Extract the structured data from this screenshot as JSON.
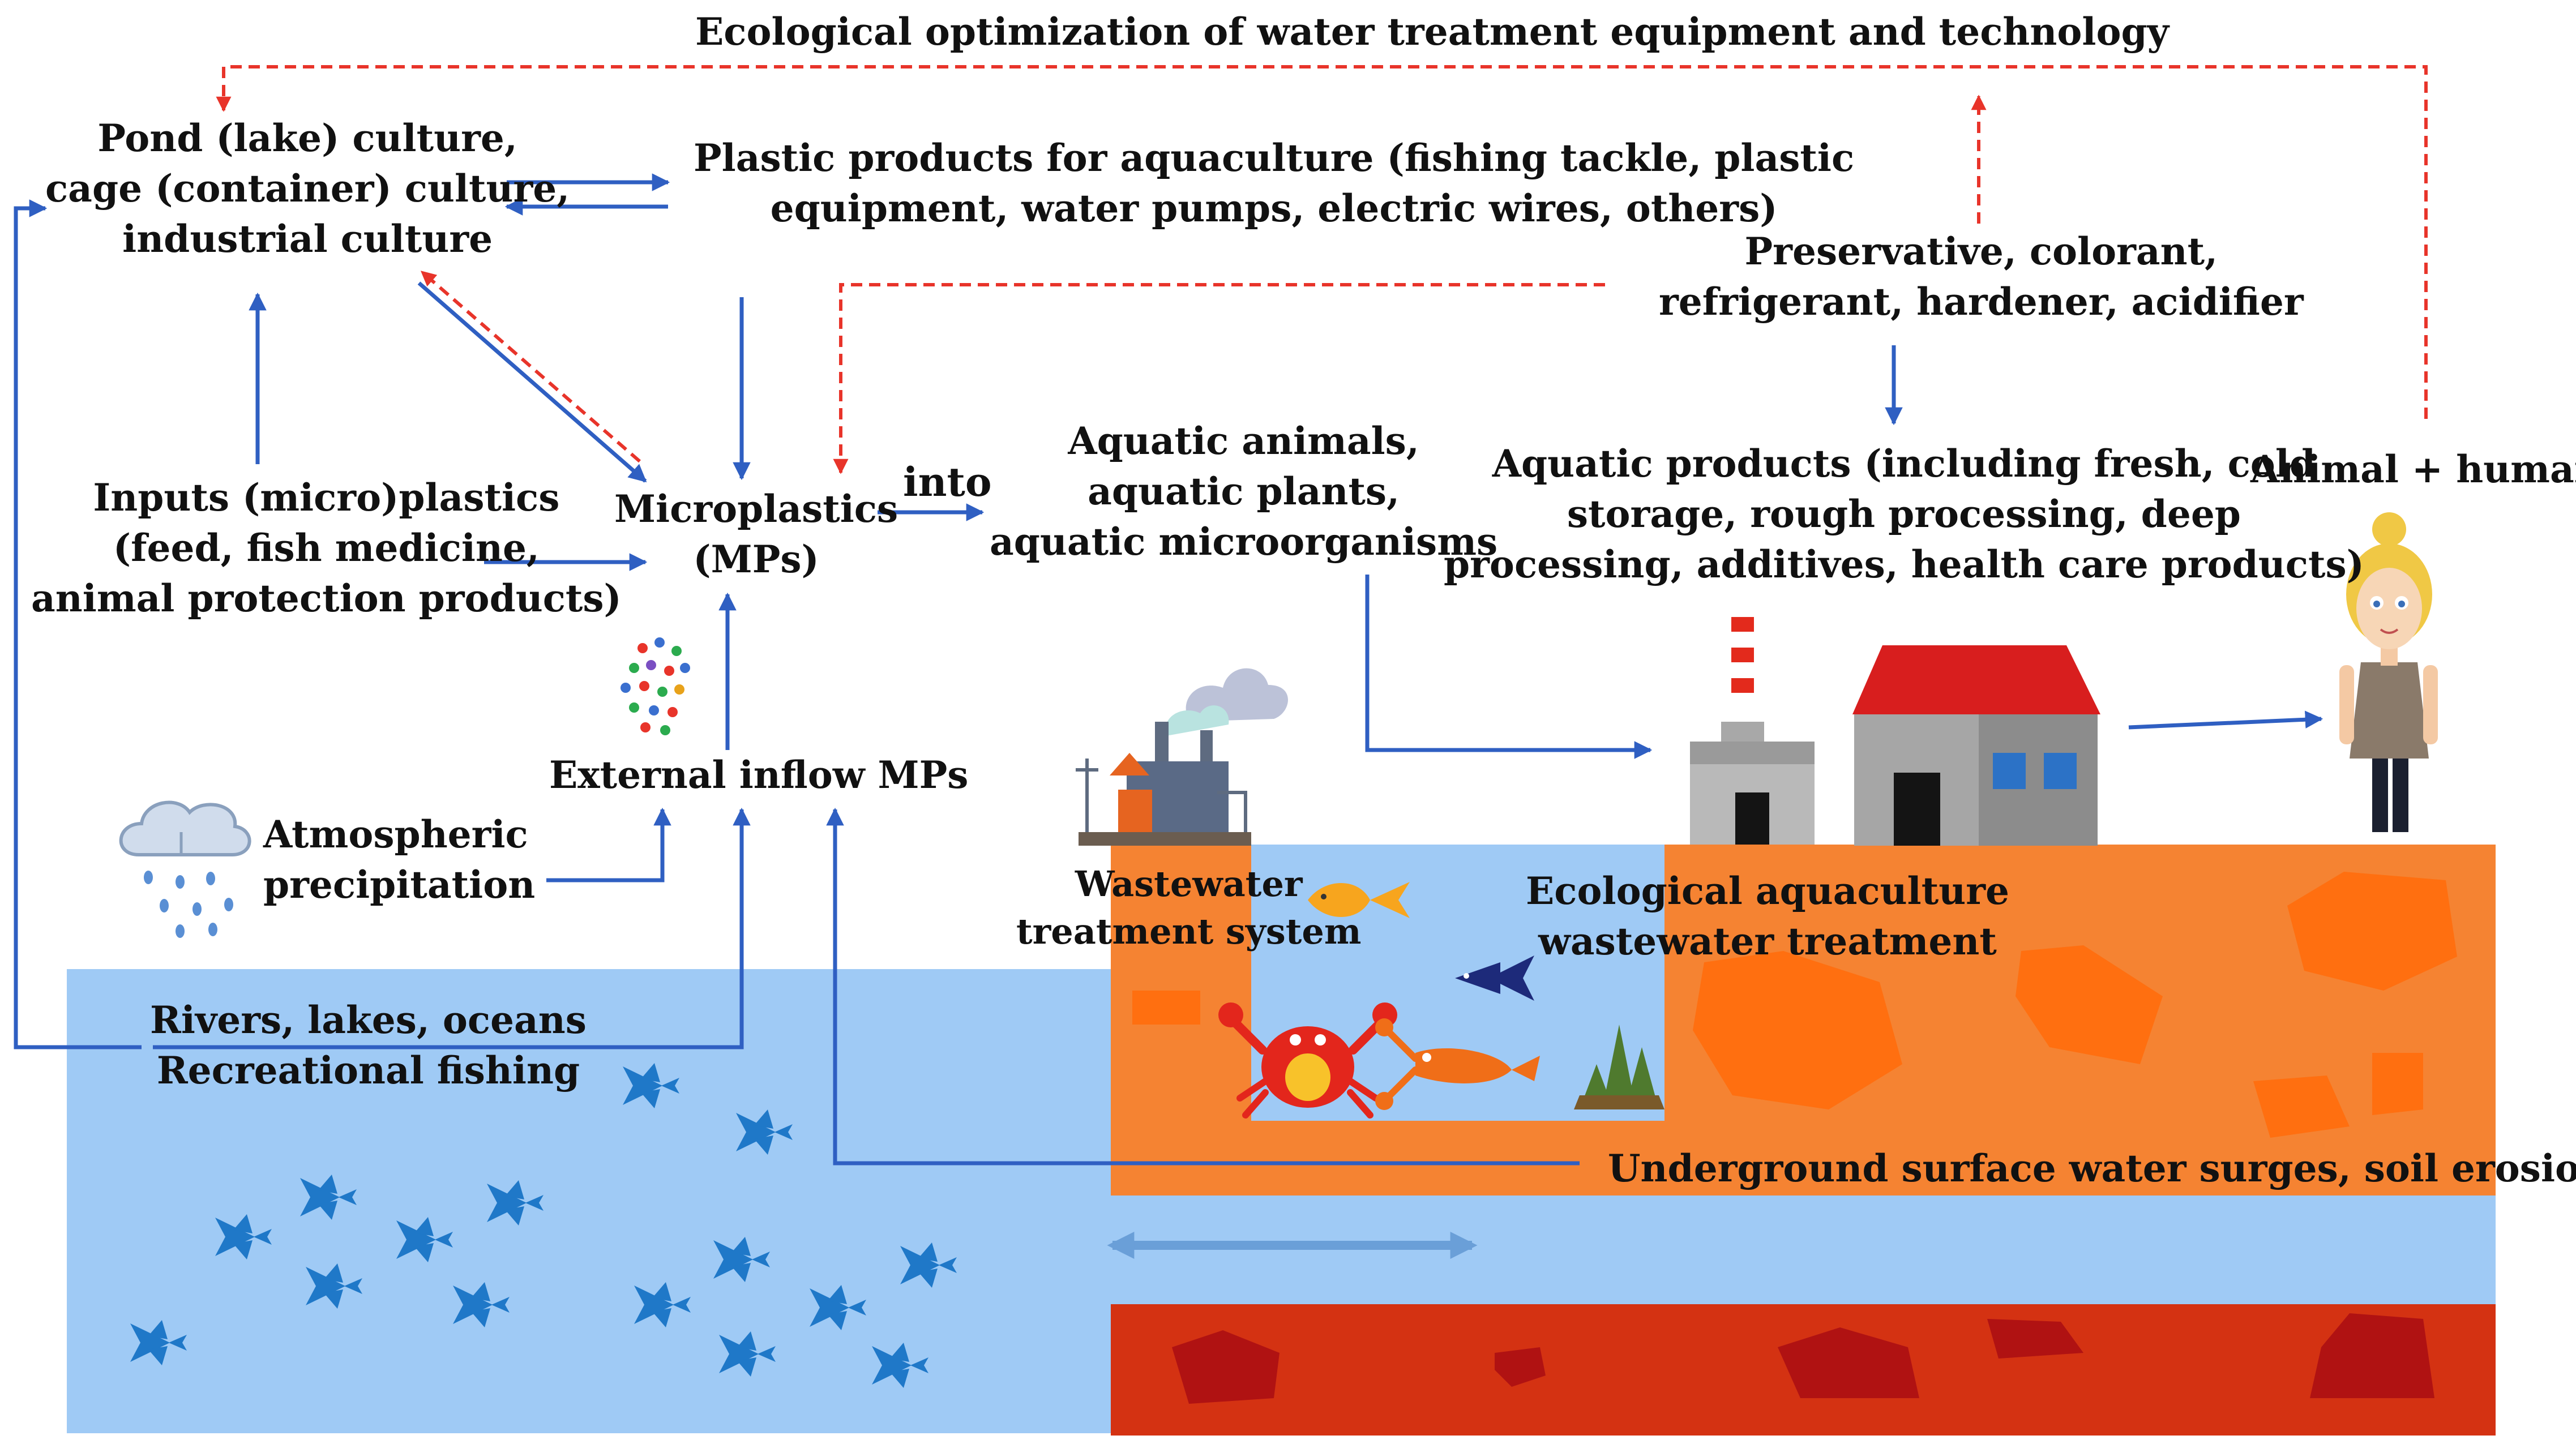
{
  "colors": {
    "blue_arrow": "#2f5fc2",
    "red_dashed": "#e8342a",
    "water": "#9fcaf5",
    "soil": "#f58332",
    "soil_dark": "#d43212",
    "roof": "#d81e1e",
    "fish": "#1f78c8"
  },
  "labels": {
    "top": "Ecological optimization of water treatment equipment and technology",
    "pond": [
      "Pond (lake) culture,",
      "cage (container) culture,",
      "industrial culture"
    ],
    "plastic_products": [
      "Plastic products for aquaculture (fishing tackle, plastic",
      "equipment, water pumps, electric wires, others)"
    ],
    "preservative": [
      "Preservative, colorant,",
      "refrigerant, hardener, acidifier"
    ],
    "inputs": [
      "Inputs (micro)plastics",
      "(feed, fish medicine,",
      "animal protection products)"
    ],
    "microplastics": [
      "Microplastics",
      "(MPs)"
    ],
    "into": "into",
    "aquatic_life": [
      "Aquatic animals,",
      "aquatic plants,",
      "aquatic microorganisms"
    ],
    "aquatic_products": [
      "Aquatic products (including fresh, cold",
      "storage, rough processing, deep",
      "processing, additives, health care products)"
    ],
    "animal_human": "Animal + human",
    "external_inflow": "External inflow MPs",
    "atmospheric": [
      "Atmospheric",
      "precipitation"
    ],
    "wastewater": [
      "Wastewater",
      "treatment system"
    ],
    "eco_aquaculture": [
      "Ecological aquaculture",
      "wastewater treatment"
    ],
    "rivers": [
      "Rivers, lakes, oceans",
      "Recreational fishing"
    ],
    "underground": "Underground surface water surges, soil erosion"
  }
}
